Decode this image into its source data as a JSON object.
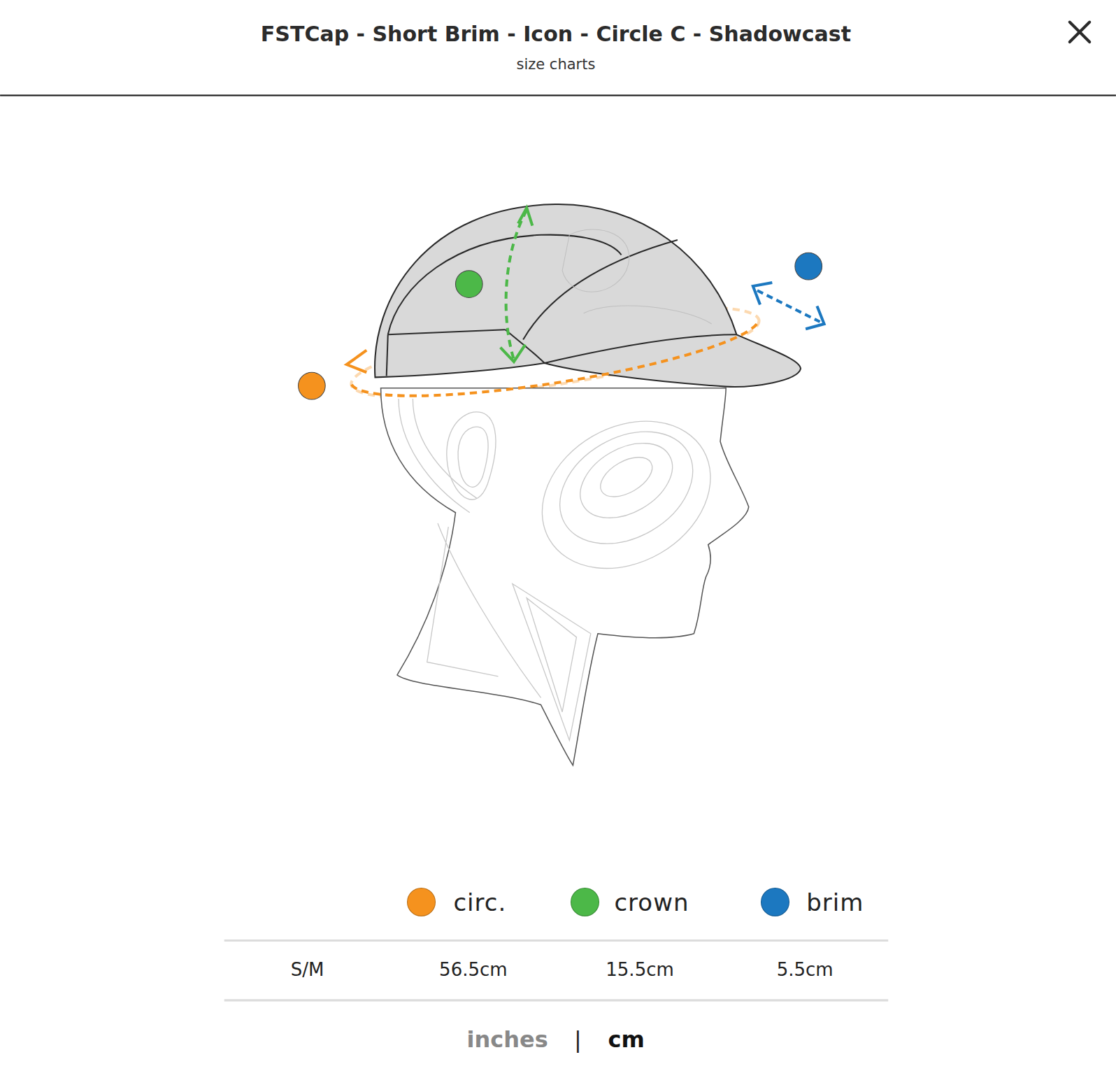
{
  "diagram": {
    "title": "FSTCap - Short Brim - Icon - Circle C - Shadowcast",
    "labels": [
      "size charts",
      "S/M",
      "56.5cm",
      "15.5cm",
      "5.5cm",
      "inches",
      "|",
      "cm"
    ],
    "legend": [
      {
        "text": "circ.",
        "color": "#f5921e"
      },
      {
        "text": "crown",
        "color": "#4cb848"
      },
      {
        "text": "brim",
        "color": "#1c78c0"
      }
    ]
  }
}
